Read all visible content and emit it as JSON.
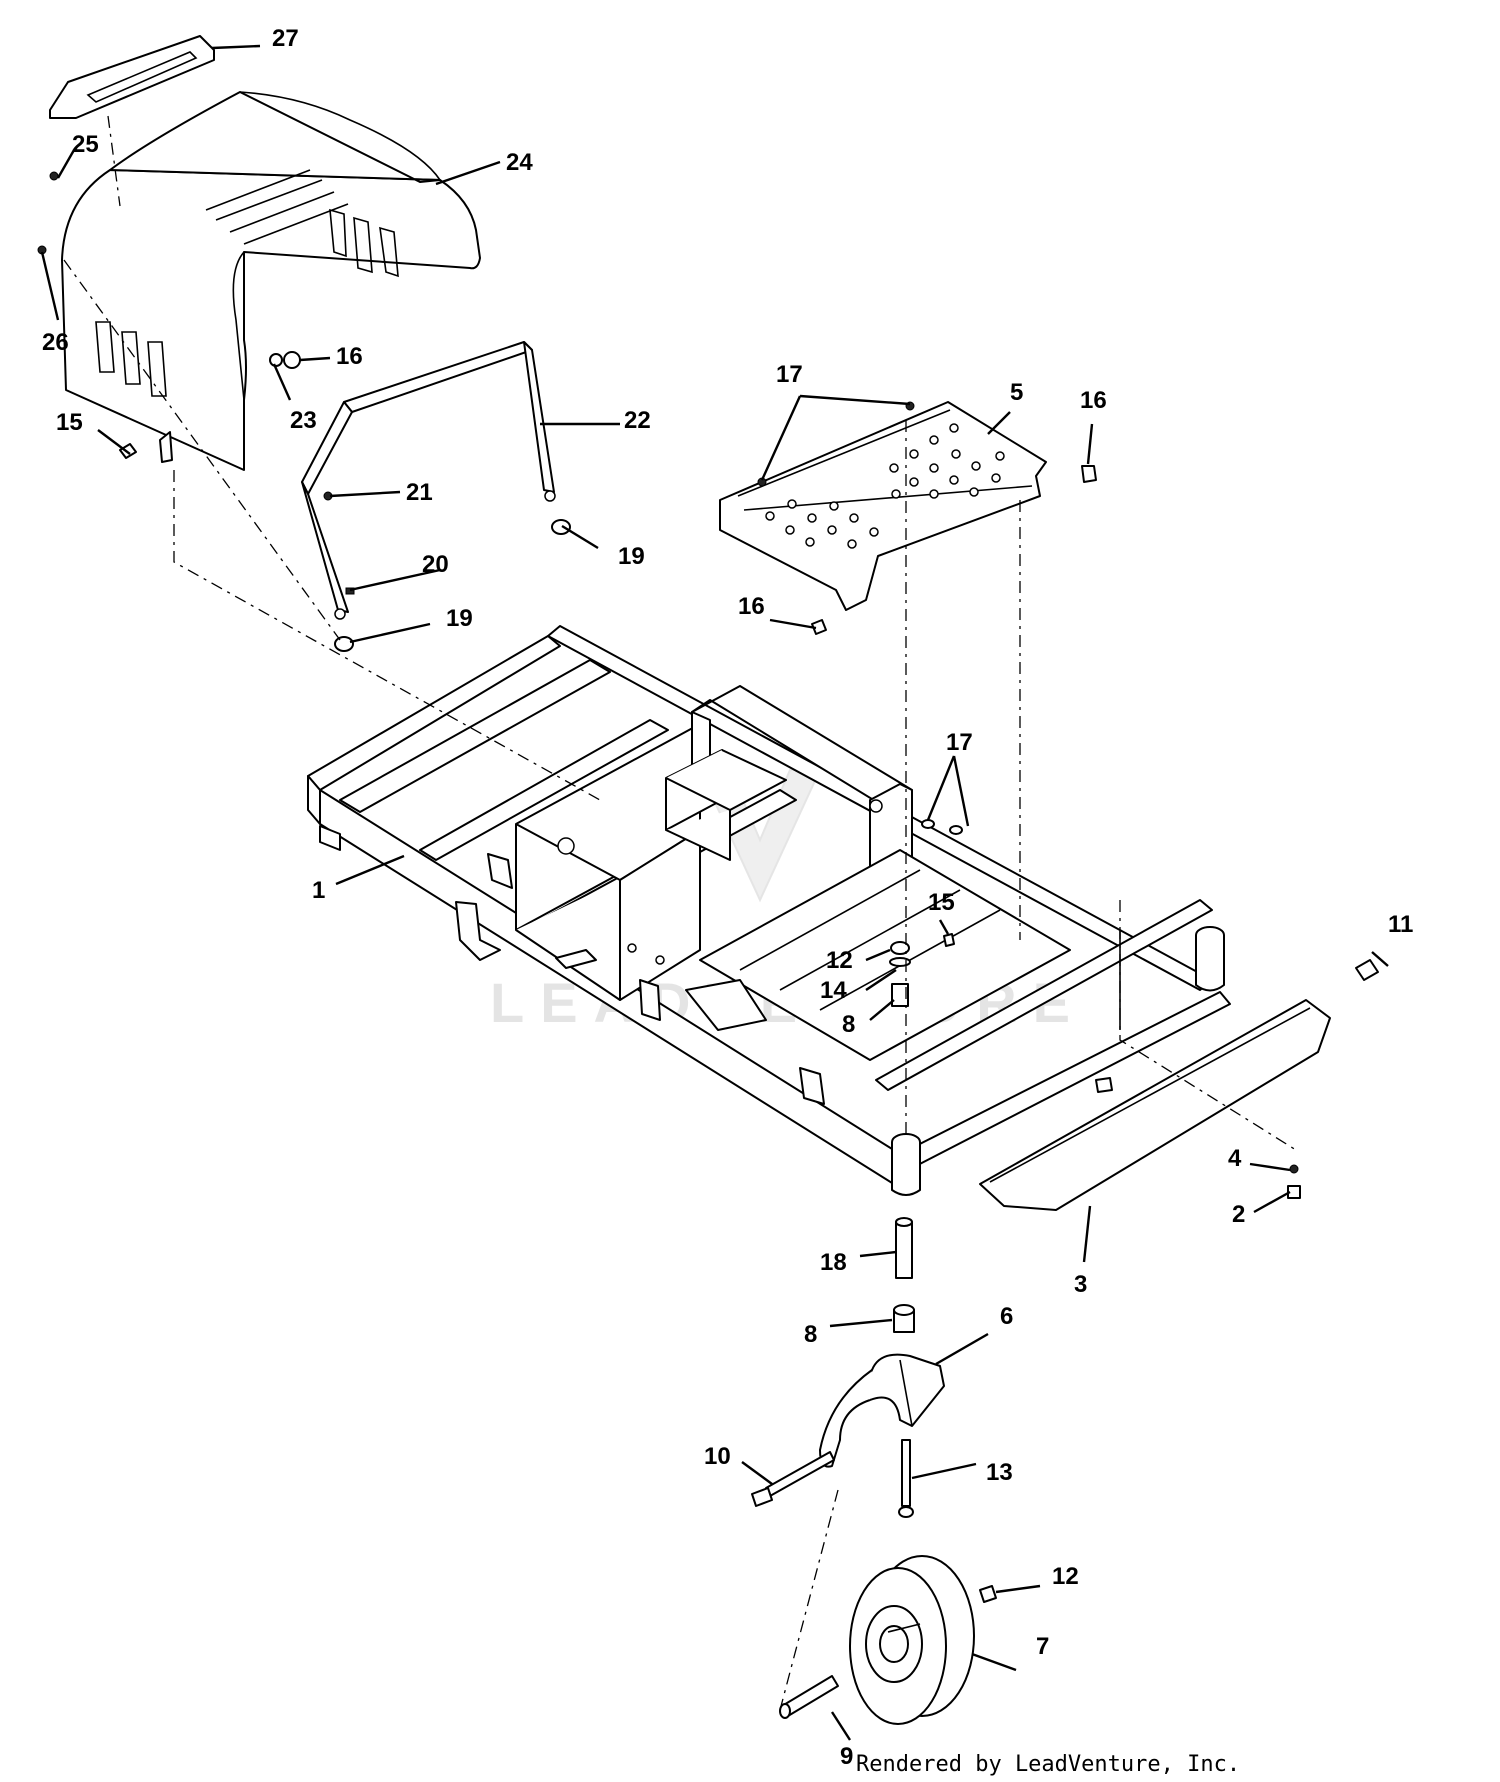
{
  "watermark": "LEADVENTURE",
  "credit": "Rendered by LeadVenture, Inc.",
  "callouts": [
    "27",
    "25",
    "24",
    "26",
    "16",
    "23",
    "15",
    "22",
    "21",
    "20",
    "19",
    "19",
    "17",
    "5",
    "16",
    "16",
    "17",
    "1",
    "15",
    "12",
    "14",
    "8",
    "11",
    "4",
    "2",
    "3",
    "18",
    "8",
    "6",
    "10",
    "13",
    "12",
    "7",
    "9"
  ]
}
